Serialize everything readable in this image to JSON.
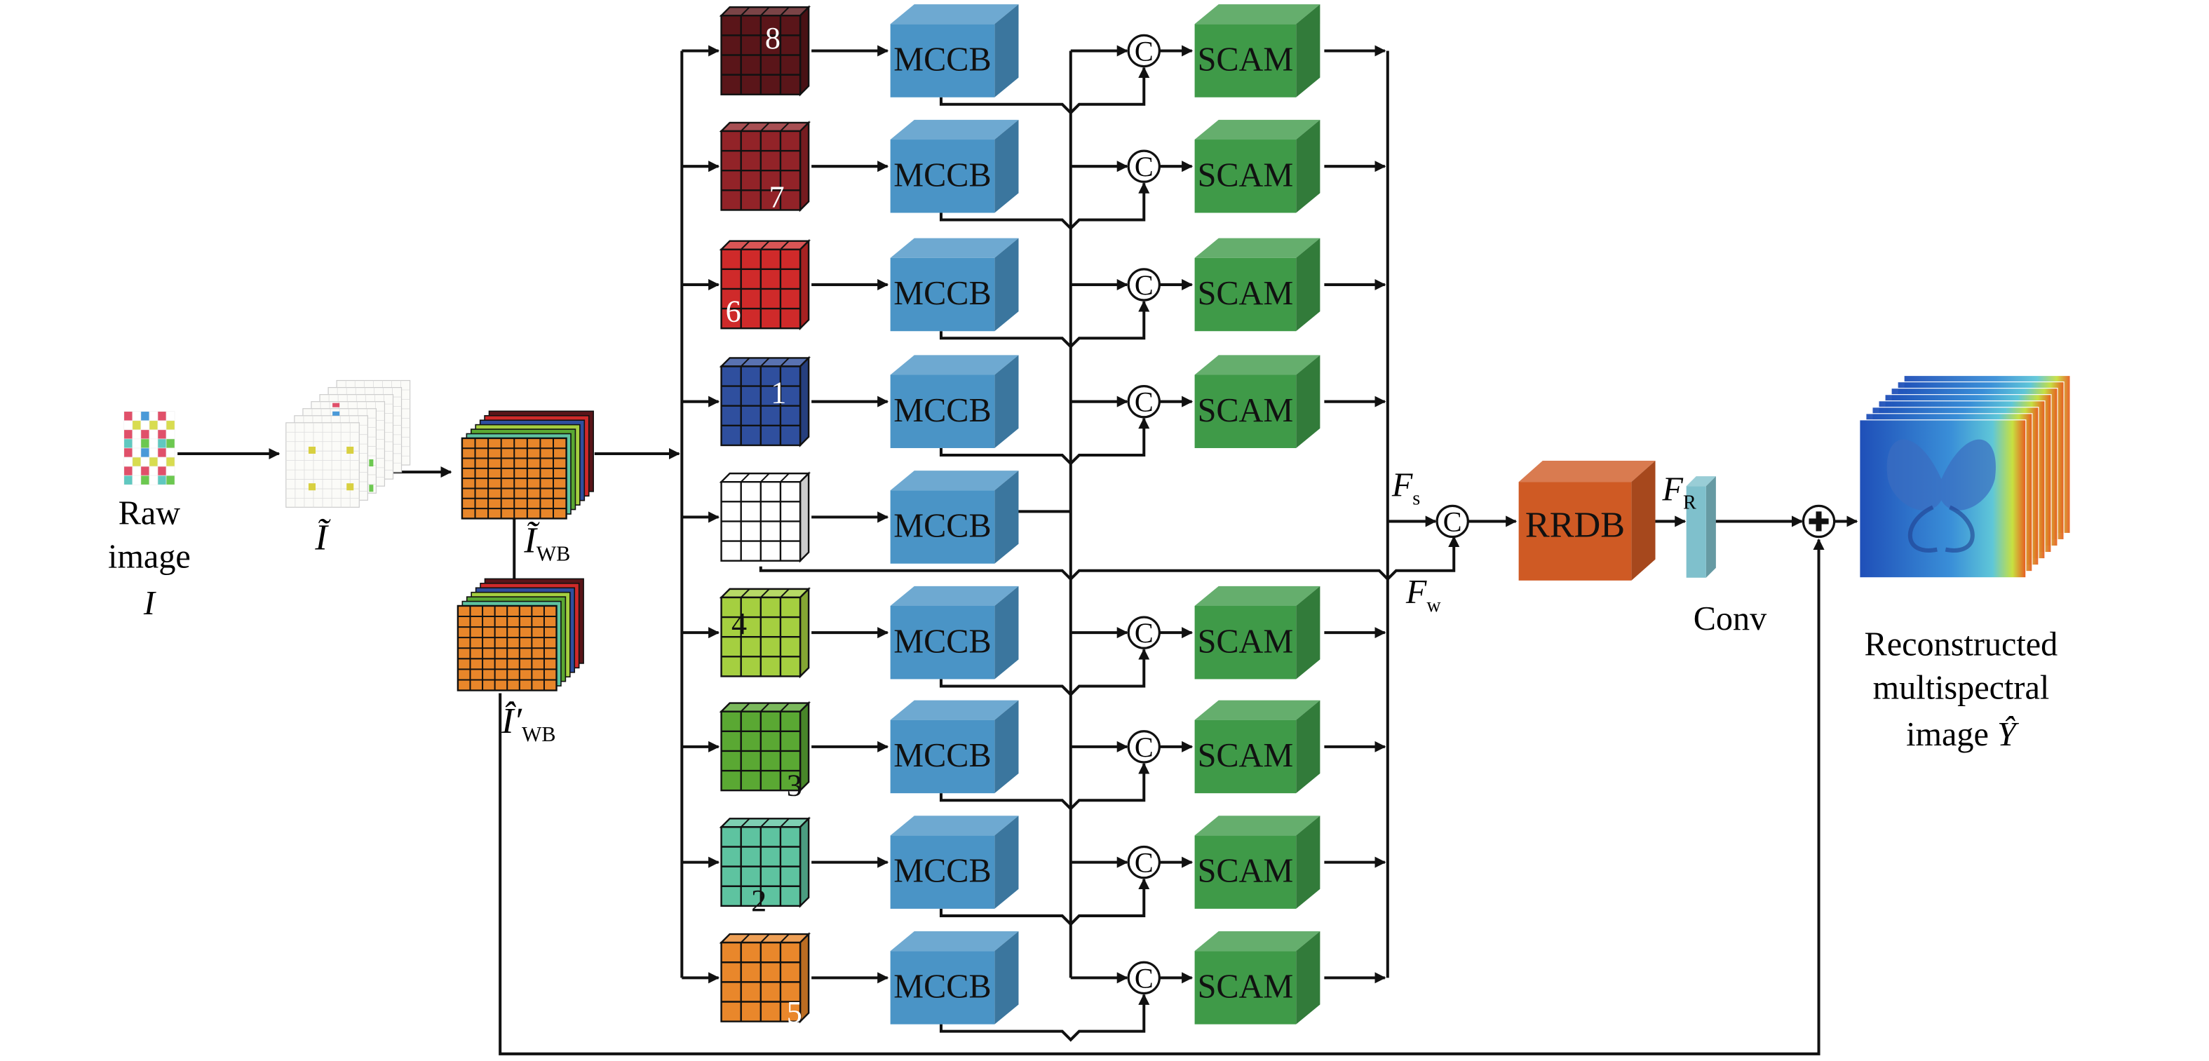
{
  "input": {
    "raw_label_line1": "Raw",
    "raw_label_line2": "image",
    "raw_symbol": "I",
    "tilde_symbol": "Ĩ",
    "wb_symbol": "Ĩ",
    "wb_subscript": "WB",
    "wb_prime_symbol": "Î′",
    "wb_prime_subscript": "WB"
  },
  "branches": [
    {
      "band": "8",
      "color": "#5a1519",
      "scam": true
    },
    {
      "band": "7",
      "color": "#922328",
      "scam": true
    },
    {
      "band": "6",
      "color": "#cf2a2a",
      "scam": true
    },
    {
      "band": "1",
      "color": "#2f4f9e",
      "scam": true
    },
    {
      "band": "",
      "color": "#ffffff",
      "scam": false
    },
    {
      "band": "4",
      "color": "#a5cf40",
      "scam": true
    },
    {
      "band": "3",
      "color": "#5aa833",
      "scam": true
    },
    {
      "band": "2",
      "color": "#5ec3a0",
      "scam": true
    },
    {
      "band": "5",
      "color": "#e9872b",
      "scam": true
    }
  ],
  "blocks": {
    "mccb": "MCCB",
    "scam": "SCAM",
    "concat": "C",
    "rrdb": "RRDB",
    "conv": "Conv",
    "fs": "F",
    "fs_sub": "s",
    "fw": "F",
    "fw_sub": "w",
    "fr": "F",
    "fr_sub": "R"
  },
  "output": {
    "line1": "Reconstructed",
    "line2": "multispectral",
    "line3": "image",
    "symbol": "Ŷ"
  },
  "colors": {
    "mccb": "#4a94c6",
    "scam": "#3f9a48",
    "rrdb": "#cf5a24",
    "conv": "#7fc0cc",
    "orange": "#e8862a"
  }
}
